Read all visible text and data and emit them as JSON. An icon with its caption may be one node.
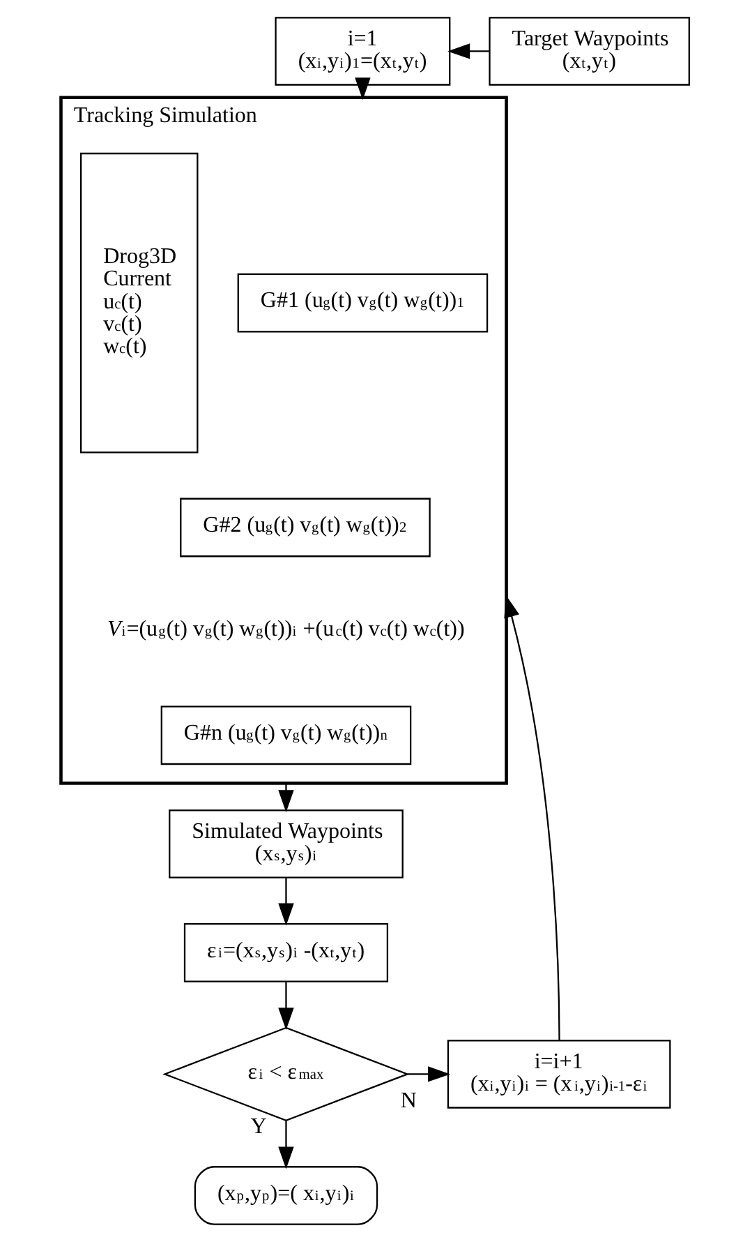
{
  "diagram": {
    "nodes": [
      {
        "text": [
          "i=1",
          "(x$_{i}$,y$_{i}$)$_{1}$=(x$_{t}$,y$_{t}$)"
        ]
      },
      {
        "text": [
          "Target Waypoints",
          "(x$_{t}$,y$_{t}$)"
        ]
      },
      {
        "text": [
          "Tracking Simulation"
        ]
      },
      {
        "text": [
          "Drog3D",
          "Current",
          "u$_{c}$(t)",
          "v$_{c}$(t)",
          "w$_{c}$(t)"
        ],
        "in": 2
      },
      {
        "text": [
          "G#1 (u$_{g}$(t) v$_{g}$(t) w$_{g}$(t))$_{1}$"
        ],
        "in": 2
      },
      {
        "text": [
          "G#2 (u$_{g}$(t) v$_{g}$(t) w$_{g}$(t))$_{2}$"
        ],
        "in": 2
      },
      {
        "text": [
          "G#n (u$_{g}$(t) v$_{g}$(t) w$_{g}$(t))$_{n}$"
        ],
        "in": 2
      },
      {
        "text": [
          "Simulated Waypoints",
          "(x$_{s}$,y$_{s}$)$_{i}$"
        ]
      },
      {
        "text": [
          "ε$_{i}$=(x$_{s}$,y$_{s}$)$_{i}$ -(x$_{t}$,y$_{t}$)"
        ]
      },
      {
        "text": [
          "ε$_{i}$ < ε$_{max}$"
        ]
      },
      {
        "text": [
          "i=i+1",
          "(x$_{i}$,y$_{i}$)$_{i}$ = (x$_{i}$,y$_{i}$)$_{i-1}$-ε$_{i}$"
        ]
      },
      {
        "text": [
          "(x$_{p}$,y$_{p}$)=( x$_{i}$,y$_{i}$)$_{i}$"
        ]
      }
    ],
    "edges": [
      {
        "from": 1,
        "to": 0,
        "arrow": "to"
      },
      {
        "from": 0,
        "to": 2,
        "arrow": "to"
      },
      {
        "from": 10,
        "to": 2,
        "arrow": "to"
      },
      {
        "from": 2,
        "to": 7,
        "arrow": "to"
      },
      {
        "from": 7,
        "to": 8,
        "arrow": "to"
      },
      {
        "from": 8,
        "to": 9,
        "arrow": "to"
      },
      {
        "from": 9,
        "to": 10,
        "label": "N",
        "arrow": "to"
      },
      {
        "from": 9,
        "to": 11,
        "label": "Y",
        "arrow": "to"
      }
    ],
    "labels": [
      "*V*$_{i}$=(u$_{g}$(t) v$_{g}$(t) w$_{g}$(t))$_{i}$ +(u$_{c}$(t) v$_{c}$(t) w$_{c}$(t))"
    ]
  }
}
